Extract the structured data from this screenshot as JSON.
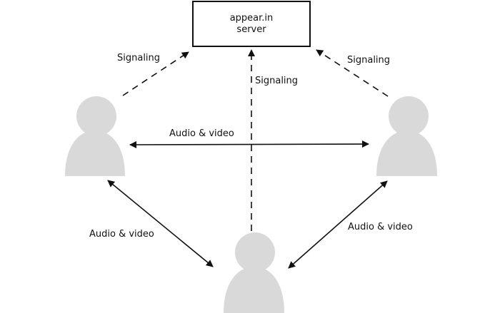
{
  "diagram": {
    "server": {
      "line1": "appear.in",
      "line2": "server"
    },
    "labels": {
      "signaling_left": "Signaling",
      "signaling_center": "Signaling",
      "signaling_right": "Signaling",
      "av_top": "Audio & video",
      "av_left": "Audio & video",
      "av_right": "Audio & video"
    },
    "colors": {
      "person": "#d9d9d9",
      "line": "#111111"
    },
    "icons": {
      "person": "person-icon"
    }
  }
}
